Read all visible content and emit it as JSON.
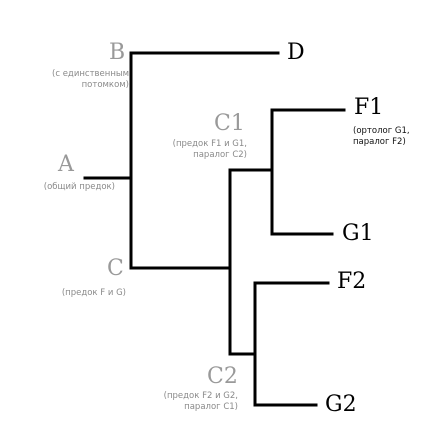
{
  "colors": {
    "lines": "#000000",
    "inner_node_text": "#999999",
    "leaf_text": "#000000",
    "note_text": "#8a8a8a",
    "leaf_note_text": "#111111"
  },
  "nodes": {
    "A": {
      "label": "A",
      "note": [
        "(общий предок)"
      ]
    },
    "B": {
      "label": "B",
      "note": [
        "(с единственным",
        "потомком)"
      ]
    },
    "C": {
      "label": "C",
      "note": [
        "(предок F и G)"
      ]
    },
    "C1": {
      "label": "C1",
      "note": [
        "(предок F1 и G1,",
        "паралог C2)"
      ]
    },
    "C2": {
      "label": "C2",
      "note": [
        "(предок F2 и G2,",
        "паралог C1)"
      ]
    },
    "D": {
      "label": "D"
    },
    "F1": {
      "label": "F1",
      "note": [
        "(ортолог G1,",
        "паралог F2)"
      ]
    },
    "G1": {
      "label": "G1"
    },
    "F2": {
      "label": "F2"
    },
    "G2": {
      "label": "G2"
    }
  }
}
